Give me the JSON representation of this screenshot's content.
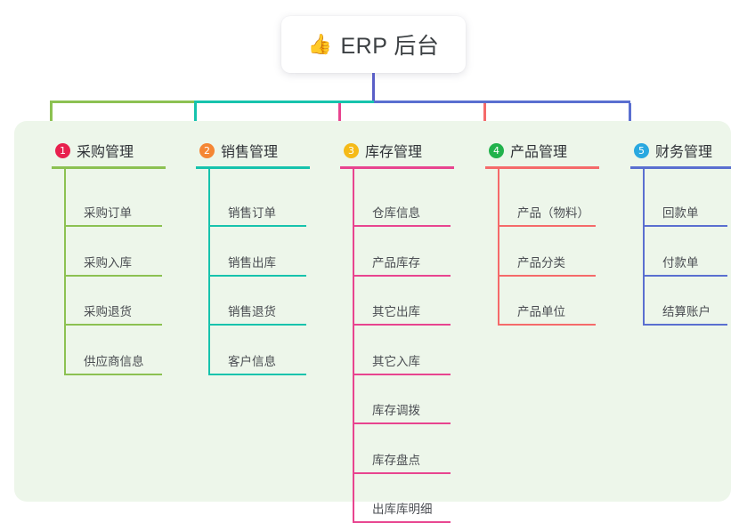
{
  "title": {
    "icon": "thumbs-up-icon",
    "glyph": "👍",
    "label": "ERP 后台"
  },
  "theme": {
    "page_background": "#ffffff",
    "panel_background": "#edf6ea",
    "card_background": "#ffffff",
    "stem_color": "#5a5fc7",
    "title_text_color": "#3c4043",
    "node_text_color": "#4a4d52"
  },
  "columns": [
    {
      "index": "1",
      "badge_number": "1",
      "badge_color": "#e8204e",
      "line_color": "#8cc152",
      "title": "采购管理",
      "items": [
        {
          "label": "采购订单"
        },
        {
          "label": "采购入库"
        },
        {
          "label": "采购退货"
        },
        {
          "label": "供应商信息"
        }
      ]
    },
    {
      "index": "2",
      "badge_number": "2",
      "badge_color": "#f58634",
      "line_color": "#17c3ad",
      "title": "销售管理",
      "items": [
        {
          "label": "销售订单"
        },
        {
          "label": "销售出库"
        },
        {
          "label": "销售退货"
        },
        {
          "label": "客户信息"
        }
      ]
    },
    {
      "index": "3",
      "badge_number": "3",
      "badge_color": "#f5ba18",
      "line_color": "#e8448f",
      "title": "库存管理",
      "items": [
        {
          "label": "仓库信息"
        },
        {
          "label": "产品库存"
        },
        {
          "label": "其它出库"
        },
        {
          "label": "其它入库"
        },
        {
          "label": "库存调拨"
        },
        {
          "label": "库存盘点"
        },
        {
          "label": "出库库明细"
        }
      ]
    },
    {
      "index": "4",
      "badge_number": "4",
      "badge_color": "#22b24c",
      "line_color": "#f56a6a",
      "title": "产品管理",
      "items": [
        {
          "label": "产品（物料）"
        },
        {
          "label": "产品分类"
        },
        {
          "label": "产品单位"
        }
      ]
    },
    {
      "index": "5",
      "badge_number": "5",
      "badge_color": "#29a8e0",
      "line_color": "#5a6fd0",
      "title": "财务管理",
      "items": [
        {
          "label": "回款单"
        },
        {
          "label": "付款单"
        },
        {
          "label": "结算账户"
        }
      ]
    }
  ]
}
